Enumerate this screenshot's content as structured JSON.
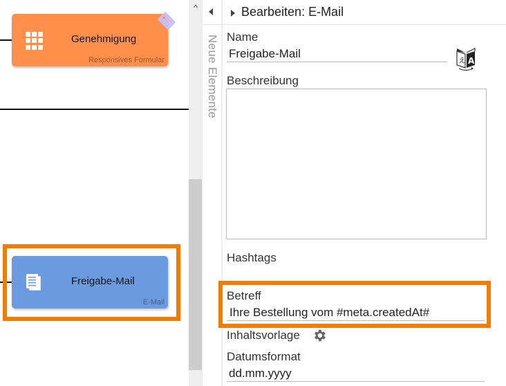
{
  "canvas": {
    "nodes": [
      {
        "title": "Genehmigung",
        "subtitle": "Responsives Formular",
        "color": "#ff8f4b",
        "icon": "grid-icon"
      },
      {
        "title": "Freigabe-Mail",
        "subtitle": "E-Mail",
        "color": "#6a9be0",
        "icon": "document-icon"
      }
    ],
    "highlight_color": "#f07c00"
  },
  "side": {
    "label": "Neue Elemente"
  },
  "panel": {
    "title": "Bearbeiten: E-Mail",
    "fields": {
      "name": {
        "label": "Name",
        "value": "Freigabe-Mail"
      },
      "description": {
        "label": "Beschreibung",
        "value": ""
      },
      "hashtags": {
        "label": "Hashtags"
      },
      "subject": {
        "label": "Betreff",
        "value": "Ihre Bestellung vom #meta.createdAt#"
      },
      "template": {
        "label": "Inhaltsvorlage"
      },
      "dateformat": {
        "label": "Datumsformat",
        "value": "dd.mm.yyyy"
      }
    }
  }
}
